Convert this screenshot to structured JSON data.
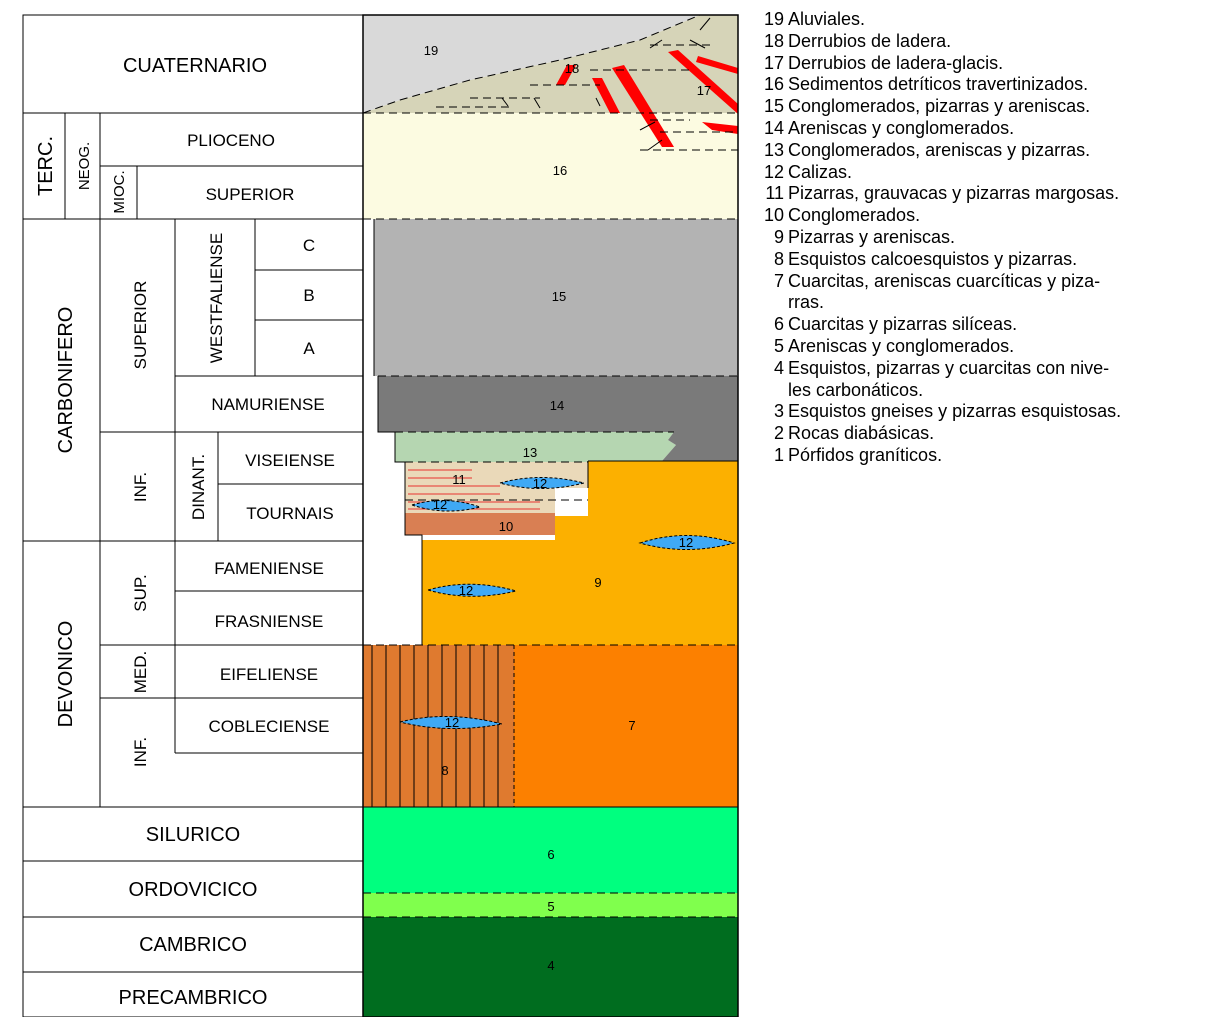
{
  "table": {
    "cuaternario": "CUATERNARIO",
    "terc": "TERC.",
    "neog": "NEOG.",
    "mioc": "MIOC.",
    "plioceno": "PLIOCENO",
    "superior_mioc": "SUPERIOR",
    "carbonifero": "CARBONIFERO",
    "superior_carb": "SUPERIOR",
    "westfaliense": "WESTFALIENSE",
    "c": "C",
    "b": "B",
    "a": "A",
    "namuriense": "NAMURIENSE",
    "inf_carb": "INF.",
    "dinant": "DINANT.",
    "viseiense": "VISEIENSE",
    "tournais": "TOURNAIS",
    "devonico": "DEVONICO",
    "sup_dev": "SUP.",
    "fameniense": "FAMENIENSE",
    "frasniense": "FRASNIENSE",
    "med_dev": "MED.",
    "eifeliense": "EIFELIENSE",
    "inf_dev": "INF.",
    "cobleciense": "COBLECIENSE",
    "silurico": "SILURICO",
    "ordovicico": "ORDOVICICO",
    "cambrico": "CAMBRICO",
    "precambrico": "PRECAMBRICO"
  },
  "units": {
    "u19": "19",
    "u18": "18",
    "u17": "17",
    "u16": "16",
    "u15": "15",
    "u14": "14",
    "u13": "13",
    "u11": "11",
    "u10": "10",
    "u9": "9",
    "u8": "8",
    "u7": "7",
    "u6": "6",
    "u5": "5",
    "u4": "4",
    "u12a": "12",
    "u12b": "12",
    "u12c": "12",
    "u12d": "12",
    "u12e": "12"
  },
  "colors": {
    "u19": "#d9d9d9",
    "u18": "#d6d4b8",
    "u17_red": "#ff0000",
    "u16": "#fcfbe1",
    "u15": "#b3b3b3",
    "u14": "#7a7a7a",
    "u13": "#b5d6b1",
    "u11": "#ead9b9",
    "u10": "#d97f53",
    "u9": "#fcb000",
    "u8": "#df7a2f",
    "u7": "#fc8000",
    "u6": "#00ff7f",
    "u5": "#80ff4d",
    "u4": "#006d1f",
    "u12": "#3fa9f5"
  },
  "legend": [
    {
      "num": "19",
      "text": "Aluviales."
    },
    {
      "num": "18",
      "text": "Derrubios de ladera."
    },
    {
      "num": "17",
      "text": "Derrubios de ladera-glacis."
    },
    {
      "num": "16",
      "text": "Sedimentos detríticos travertinizados."
    },
    {
      "num": "15",
      "text": "Conglomerados, pizarras y areniscas."
    },
    {
      "num": "14",
      "text": "Areniscas y conglomerados."
    },
    {
      "num": "13",
      "text": "Conglomerados, areniscas y pizarras."
    },
    {
      "num": "12",
      "text": "Calizas."
    },
    {
      "num": "11",
      "text": "Pizarras, grauvacas y pizarras margosas."
    },
    {
      "num": "10",
      "text": "Conglomerados."
    },
    {
      "num": "9",
      "text": "Pizarras y areniscas."
    },
    {
      "num": "8",
      "text": "Esquistos calcoesquistos y pizarras."
    },
    {
      "num": "7",
      "text": "Cuarcitas, areniscas cuarcíticas y piza-"
    },
    {
      "num": "",
      "text": "rras."
    },
    {
      "num": "6",
      "text": "Cuarcitas y pizarras silíceas."
    },
    {
      "num": "5",
      "text": "Areniscas y conglomerados."
    },
    {
      "num": "4",
      "text": "Esquistos, pizarras y cuarcitas con nive-"
    },
    {
      "num": "",
      "text": "les carbonáticos."
    },
    {
      "num": "3",
      "text": "Esquistos gneises y pizarras esquistosas."
    },
    {
      "num": "2",
      "text": "Rocas diabásicas."
    },
    {
      "num": "1",
      "text": "Pórfidos graníticos."
    }
  ]
}
